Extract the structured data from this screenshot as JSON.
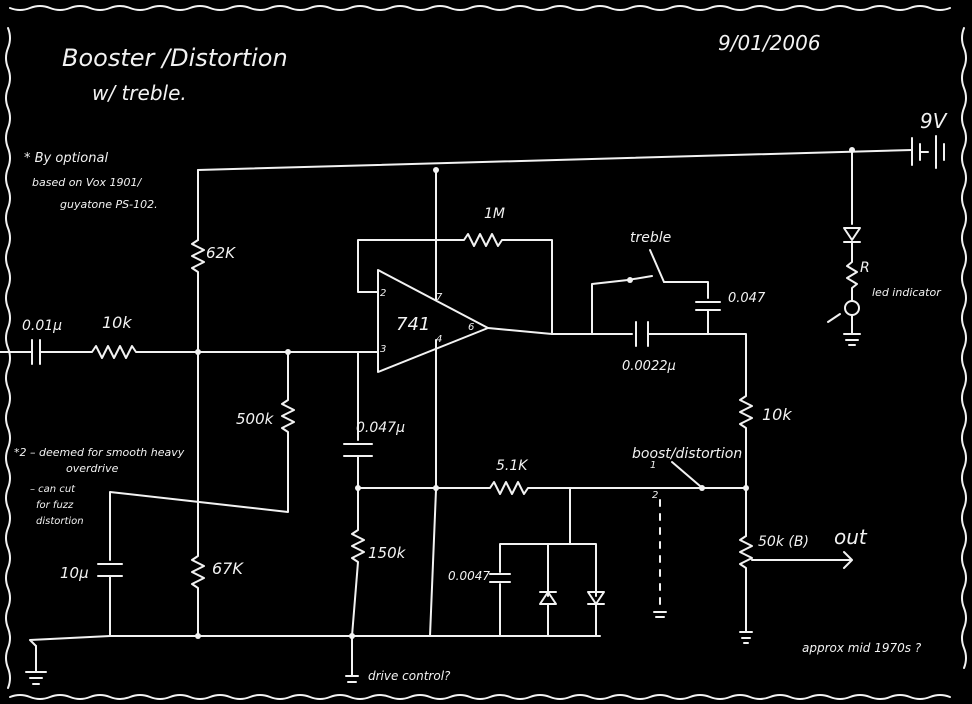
{
  "title": {
    "line1": "Booster /Distortion",
    "line2": "w/ treble."
  },
  "date": "9/01/2006",
  "notes": {
    "optional_star": "* By optional",
    "based_on_1": "based on Vox 1901/",
    "based_on_2": "guyatone PS-102.",
    "note2_line1": "*2 – deemed for smooth heavy",
    "note2_line2": "overdrive",
    "note2_line3": "– can cut",
    "note2_line4": "for fuzz",
    "note2_line5": "distortion",
    "approx": "approx mid 1970s ?",
    "drive": "drive control?"
  },
  "components": {
    "battery": "9V",
    "r_1m": "1M",
    "r_62k": "62K",
    "c_input": "0.01μ",
    "r_10k_in": "10k",
    "r_500k": "500k",
    "c_047_mid": "0.047μ",
    "c_10u": "10μ",
    "r_67k": "67K",
    "r_150k": "150k",
    "r_5_1k": "5.1K",
    "c_0047": "0.0047",
    "opamp": "741",
    "treble_label": "treble",
    "c_047_treble": "0.047",
    "c_0022": "0.0022μ",
    "r_10k_out": "10k",
    "switch_label": "boost/distortion",
    "pot_50k": "50k (B)",
    "out": "out",
    "led_r": "R",
    "led_label": "led indicator",
    "pin_a": "2",
    "pin_b": "3",
    "pin_out": "6",
    "pin_v": "7",
    "pin_g": "4",
    "sw_pos": "2",
    "sw_pos_b": "1"
  }
}
